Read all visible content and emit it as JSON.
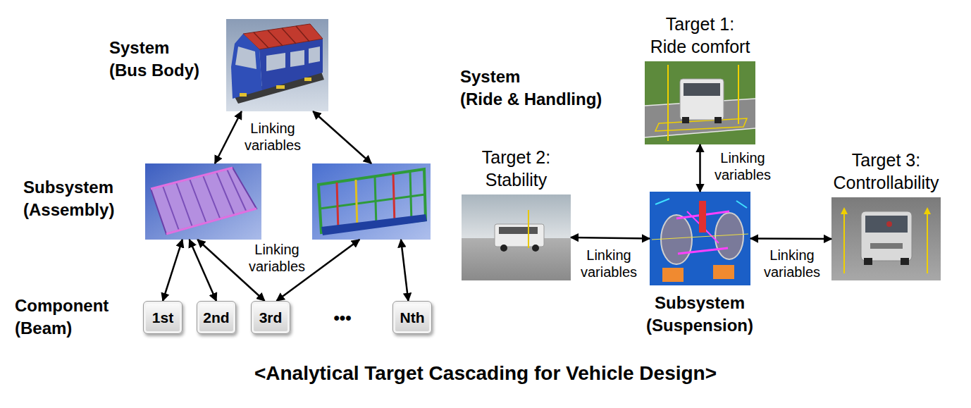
{
  "diagram": {
    "caption": "<Analytical Target Cascading for Vehicle Design>",
    "nodes": [
      {
        "text": []
      },
      {
        "text": []
      },
      {
        "text": []
      },
      {
        "text": [
          "1st"
        ]
      },
      {
        "text": [
          "2nd"
        ]
      },
      {
        "text": [
          "3rd"
        ]
      },
      {
        "text": [
          "Nth"
        ]
      },
      {
        "text": [
          "Target 1: Ride comfort"
        ]
      },
      {
        "text": [
          "Target 2: Stability"
        ]
      },
      {
        "text": []
      },
      {
        "text": [
          "Target 3: Controllability"
        ]
      }
    ],
    "edges": [
      {
        "from": 0,
        "to": 1,
        "arrow": "both"
      },
      {
        "from": 0,
        "to": 2,
        "arrow": "both"
      },
      {
        "from": 1,
        "to": 3,
        "arrow": "both"
      },
      {
        "from": 1,
        "to": 4,
        "arrow": "both"
      },
      {
        "from": 1,
        "to": 5,
        "arrow": "both"
      },
      {
        "from": 2,
        "to": 5,
        "arrow": "both"
      },
      {
        "from": 2,
        "to": 6,
        "arrow": "both"
      },
      {
        "from": 7,
        "to": 9,
        "label": "Linking variables",
        "arrow": "both"
      },
      {
        "from": 8,
        "to": 9,
        "label": "Linking variables",
        "arrow": "both"
      },
      {
        "from": 9,
        "to": 10,
        "label": "Linking variables",
        "arrow": "both"
      }
    ],
    "labels": [
      "System (Bus Body)",
      "Linking variables",
      "Subsystem (Assembly)",
      "Linking variables",
      "Component (Beam)",
      "•••",
      "System (Ride & Handling)",
      "Subsystem (Suspension)"
    ]
  }
}
